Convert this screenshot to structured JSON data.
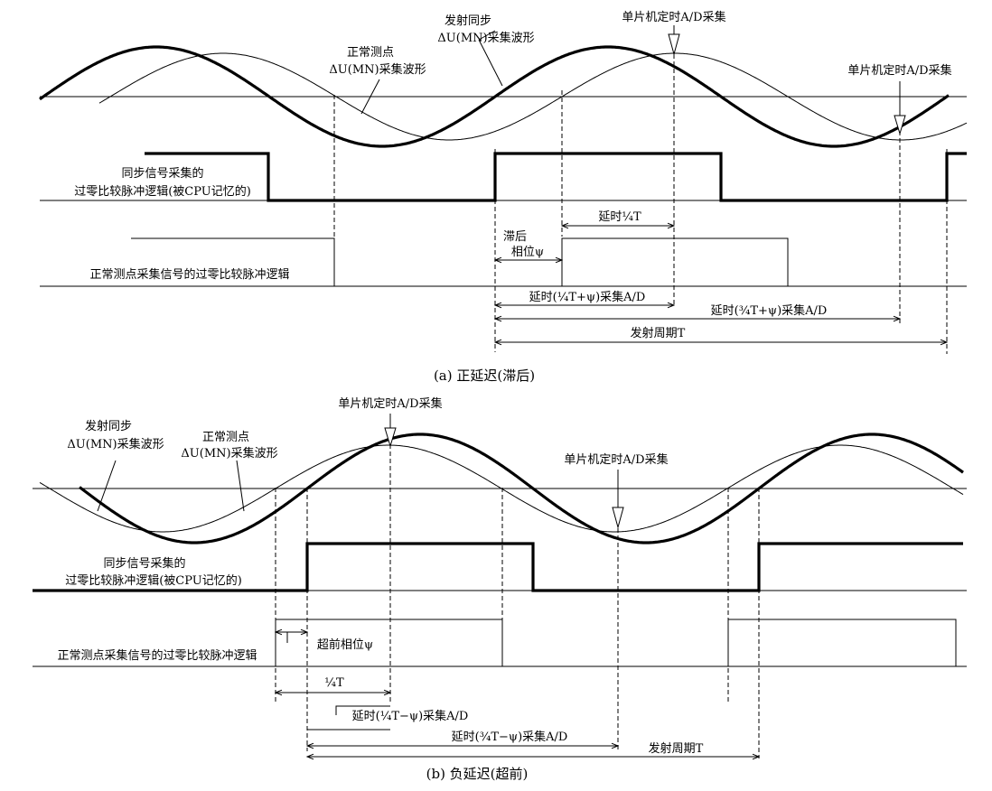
{
  "colors": {
    "line": "#000000",
    "background": "#ffffff"
  },
  "panel_a": {
    "caption": "(a)  正延迟(滞后)",
    "sync_wave": [
      "发射同步",
      "ΔU(MN)采集波形"
    ],
    "normal_wave": [
      "正常测点",
      "ΔU(MN)采集波形"
    ],
    "mcu_sample_1": "单片机定时A/D采集",
    "mcu_sample_2": "单片机定时A/D采集",
    "sync_pulse": [
      "同步信号采集的",
      "过零比较脉冲逻辑(被CPU记忆的)"
    ],
    "normal_pulse": "正常测点采集信号的过零比较脉冲逻辑",
    "lag_phase": [
      "滞后",
      "相位ψ"
    ],
    "delay_quarter": "延时¼T",
    "delay_quarter_plus": "延时(¼T+ψ)采集A/D",
    "delay_three_quarter_plus": "延时(¾T+ψ)采集A/D",
    "period": "发射周期T"
  },
  "panel_b": {
    "caption": "(b)  负延迟(超前)",
    "sync_wave": [
      "发射同步",
      "ΔU(MN)采集波形"
    ],
    "normal_wave": [
      "正常测点",
      "ΔU(MN)采集波形"
    ],
    "mcu_sample_1": "单片机定时A/D采集",
    "mcu_sample_2": "单片机定时A/D采集",
    "sync_pulse": [
      "同步信号采集的",
      "过零比较脉冲逻辑(被CPU记忆的)"
    ],
    "normal_pulse": "正常测点采集信号的过零比较脉冲逻辑",
    "lead_phase": "超前相位ψ",
    "quarter": "¼T",
    "delay_quarter_minus": "延时(¼T−ψ)采集A/D",
    "delay_three_quarter_minus": "延时(¾T−ψ)采集A/D",
    "period": "发射周期T"
  }
}
